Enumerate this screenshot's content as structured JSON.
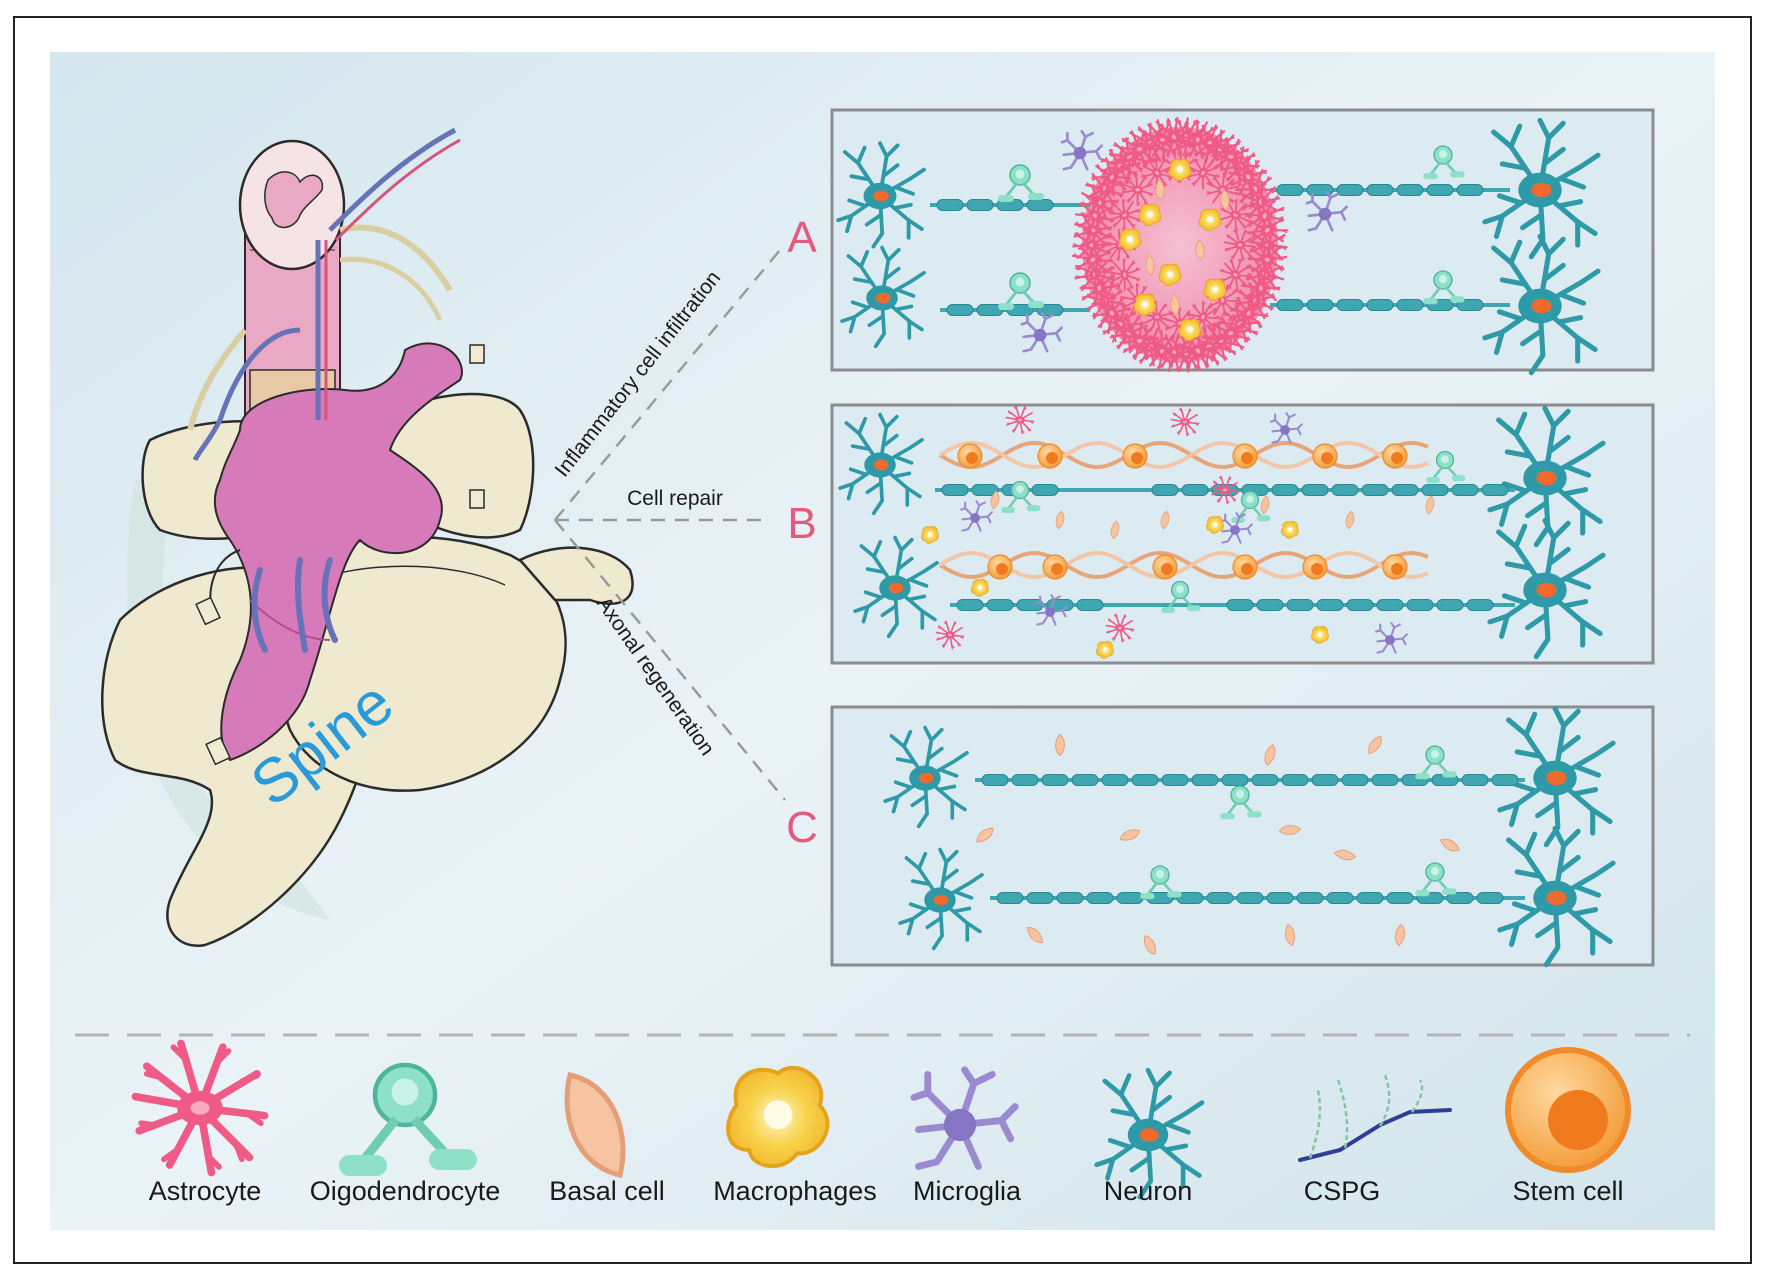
{
  "figure": {
    "spine_label": "Spine",
    "paths": [
      {
        "id": "A",
        "label": "Inflammatory cell infiltration"
      },
      {
        "id": "B",
        "label": "Cell repair"
      },
      {
        "id": "C",
        "label": "Axonal regeneration"
      }
    ],
    "panels": [
      "A",
      "B",
      "C"
    ]
  },
  "legend": {
    "items": [
      {
        "key": "astrocyte",
        "label": "Astrocyte"
      },
      {
        "key": "oligodendrocyte",
        "label": "Oigodendrocyte"
      },
      {
        "key": "basal-cell",
        "label": "Basal cell"
      },
      {
        "key": "macrophages",
        "label": "Macrophages"
      },
      {
        "key": "microglia",
        "label": "Microglia"
      },
      {
        "key": "neuron",
        "label": "Neuron"
      },
      {
        "key": "cspg",
        "label": "CSPG"
      },
      {
        "key": "stem-cell",
        "label": "Stem cell"
      }
    ]
  },
  "colors": {
    "background": "#dbe9f0",
    "frame": "#222222",
    "panel_border": "#8c8c8c",
    "astrocyte": "#ef5a86",
    "oligodendrocyte": "#8fe0c8",
    "basal_cell": "#f6b28a",
    "macrophage": "#f6c63c",
    "microglia": "#9a8bd0",
    "neuron": "#2e9aa8",
    "cspg": "#2e3f93",
    "stem_cell": "#f7a745",
    "letter": "#e45a7c",
    "spine_text": "#2a9bd8"
  },
  "icons": [
    "astrocyte-icon",
    "oligodendrocyte-icon",
    "basal-cell-icon",
    "macrophage-icon",
    "microglia-icon",
    "neuron-icon",
    "cspg-icon",
    "stem-cell-icon"
  ]
}
